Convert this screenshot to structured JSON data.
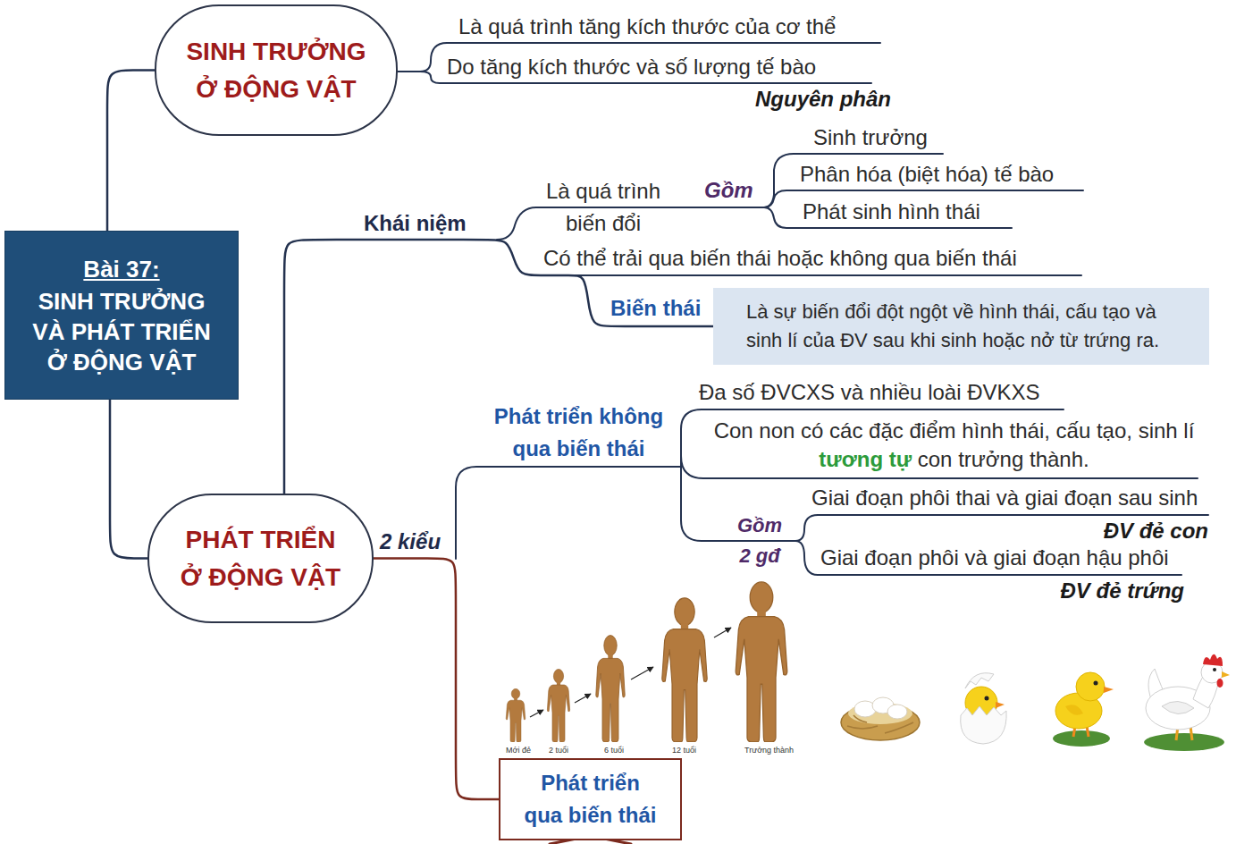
{
  "diagram": {
    "nodes": [
      {
        "text": [
          "Bài 37:",
          "SINH TRƯỞNG VÀ PHÁT TRIỂN Ở ĐỘNG VẬT"
        ]
      },
      {
        "text": [
          "SINH TRƯỞNG Ở ĐỘNG VẬT"
        ]
      },
      {
        "text": [
          "PHÁT TRIỂN Ở ĐỘNG VẬT"
        ]
      },
      {
        "text": [
          "Là sự biến đổi đột ngột về hình thái, cấu tạo và sinh lí của ĐV sau khi sinh hoặc nở từ trứng ra."
        ]
      },
      {
        "text": [
          "Phát triển qua biến thái"
        ]
      }
    ],
    "edges": [
      {
        "from": 0,
        "to": 1,
        "arrow": "none"
      },
      {
        "from": 0,
        "to": 2,
        "arrow": "none"
      },
      {
        "from": 2,
        "to": 3,
        "arrow": "none"
      },
      {
        "from": 2,
        "to": 4,
        "label": "2 kiểu",
        "arrow": "none"
      }
    ],
    "labels": [
      "Là quá trình tăng kích thước của cơ thể",
      "Do tăng kích thước và số lượng tế bào",
      "Nguyên phân",
      "Khái niệm",
      "Là quá trình biến đổi",
      "Gồm",
      "Sinh trưởng",
      "Phân hóa (biệt hóa) tế bào",
      "Phát sinh hình thái",
      "Có thể trải qua biến thái hoặc không qua biến thái",
      "Biến thái",
      "Phát triển không qua biến thái",
      "Đa số ĐVCXS và nhiều loài ĐVKXS",
      "Con non có các đặc điểm hình thái, cấu tạo, sinh lí tương tự con trưởng thành.",
      "Gồm 2 gđ",
      "Giai đoạn phôi thai và giai đoạn sau sinh",
      "ĐV đẻ con",
      "Giai đoạn phôi và giai đoạn hậu phôi",
      "ĐV đẻ trứng",
      "Mới đẻ",
      "2 tuổi",
      "6 tuổi",
      "12 tuổi",
      "Trưởng thành"
    ]
  }
}
